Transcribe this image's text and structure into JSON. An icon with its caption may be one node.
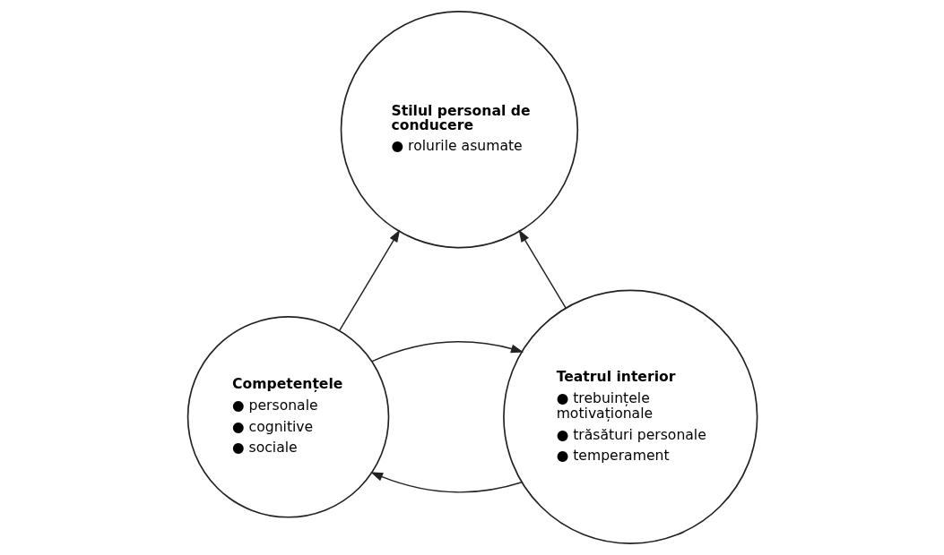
{
  "diagram": {
    "nodes": [
      {
        "text": [
          "Stilul personal de conducere",
          "● rolurile asumate"
        ]
      },
      {
        "text": [
          "Competențele",
          "● personale",
          "● cognitive",
          "● sociale"
        ]
      },
      {
        "text": [
          "Teatrul interior",
          "● trebuințele motivaționale",
          "● trăsături personale",
          "● temperament"
        ]
      }
    ],
    "edges": [
      {
        "from": 1,
        "to": 0,
        "arrow": "to"
      },
      {
        "from": 2,
        "to": 0,
        "arrow": "to"
      },
      {
        "from": 1,
        "to": 2,
        "arrow": "to"
      },
      {
        "from": 2,
        "to": 1,
        "arrow": "to"
      }
    ]
  }
}
